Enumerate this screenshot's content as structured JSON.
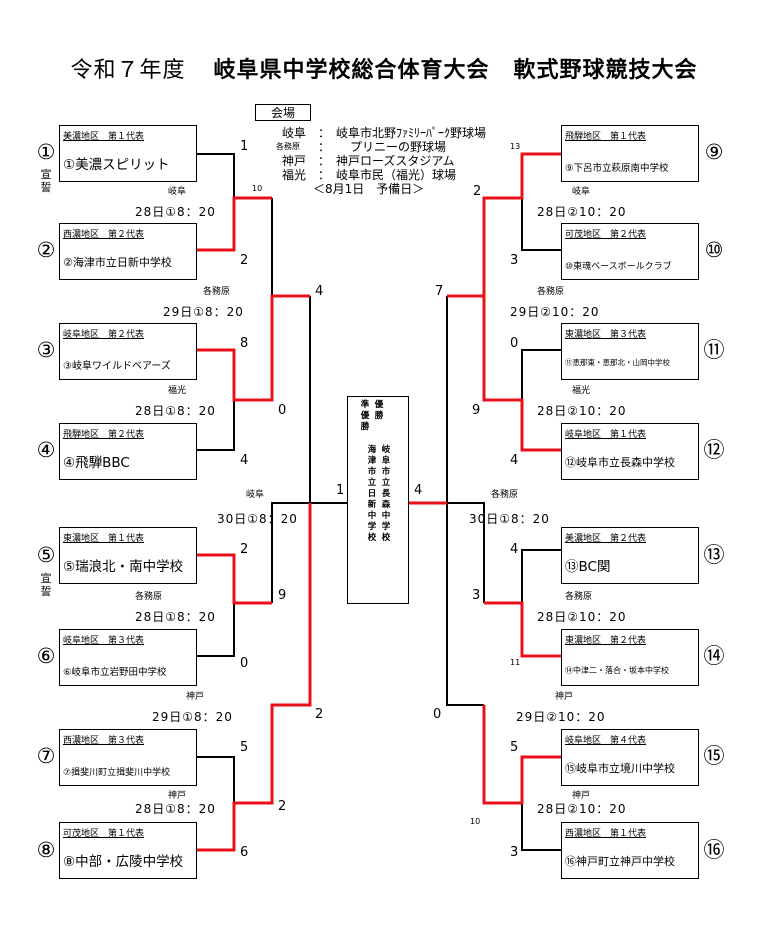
{
  "header": {
    "era": "令和７年度",
    "title": "岐阜県中学校総合体育大会",
    "subtitle": "軟式野球競技大会"
  },
  "venue_info": {
    "label": "会場",
    "rows": [
      {
        "name": "岐阜",
        "sep": "：",
        "place": "岐阜市北野ﾌｧﾐﾘｰﾊﾟｰｸ野球場"
      },
      {
        "name": "各務原",
        "sep": "：",
        "place": "プリニーの野球場"
      },
      {
        "name": "神戸",
        "sep": "：",
        "place": "神戸ローズスタジアム"
      },
      {
        "name": "福光",
        "sep": "：",
        "place": "岐阜市民（福光）球場"
      }
    ],
    "reserve": "＜8月1日　予備日＞"
  },
  "teams": [
    {
      "seed": "①",
      "region": "美濃地区　第１代表",
      "name": "①美濃スピリット"
    },
    {
      "seed": "②",
      "region": "西濃地区　第２代表",
      "name": "②海津市立日新中学校"
    },
    {
      "seed": "③",
      "region": "岐阜地区　第２代表",
      "name": "③岐阜ワイルドベアーズ"
    },
    {
      "seed": "④",
      "region": "飛騨地区　第２代表",
      "name": "④飛騨BBC"
    },
    {
      "seed": "⑤",
      "region": "東濃地区　第１代表",
      "name": "⑤瑞浪北・南中学校"
    },
    {
      "seed": "⑥",
      "region": "岐阜地区　第３代表",
      "name": "⑥岐阜市立岩野田中学校"
    },
    {
      "seed": "⑦",
      "region": "西濃地区　第３代表",
      "name": "⑦揖斐川町立揖斐川中学校"
    },
    {
      "seed": "⑧",
      "region": "可茂地区　第１代表",
      "name": "⑧中部・広陵中学校"
    },
    {
      "seed": "⑨",
      "region": "飛騨地区　第１代表",
      "name": "⑨下呂市立萩原南中学校"
    },
    {
      "seed": "⑩",
      "region": "可茂地区　第２代表",
      "name": "⑩東魂ベースボールクラブ"
    },
    {
      "seed": "⑪",
      "region": "東濃地区　第３代表",
      "name": "⑪恵那東・恵那北・山岡中学校"
    },
    {
      "seed": "⑫",
      "region": "岐阜地区　第１代表",
      "name": "⑫岐阜市立長森中学校"
    },
    {
      "seed": "⑬",
      "region": "美濃地区　第２代表",
      "name": "⑬BC関"
    },
    {
      "seed": "⑭",
      "region": "東濃地区　第２代表",
      "name": "⑭中津二・落合・坂本中学校"
    },
    {
      "seed": "⑮",
      "region": "岐阜地区　第４代表",
      "name": "⑮岐阜市立境川中学校"
    },
    {
      "seed": "⑯",
      "region": "西濃地区　第１代表",
      "name": "⑯神戸町立神戸中学校"
    }
  ],
  "oath": "宣誓",
  "final": {
    "left_label": "準優勝",
    "right_label": "優勝",
    "runner_up": "海津市立日新中学校",
    "champion": "岐阜市立長森中学校"
  },
  "scores": [
    "1",
    "2",
    "10",
    "2",
    "13",
    "3",
    "4",
    "8",
    "0",
    "0",
    "9",
    "4",
    "7",
    "1",
    "4",
    "2",
    "4",
    "9",
    "3",
    "0",
    "11",
    "5",
    "0",
    "2",
    "5",
    "2",
    "6",
    "10",
    "3"
  ],
  "venues": [
    "岐阜",
    "各務原",
    "福光",
    "岐阜",
    "各務原",
    "神戸",
    "神戸",
    "岐阜",
    "各務原",
    "福光",
    "各務原",
    "神戸",
    "神戸"
  ],
  "times": [
    "28日①8：20",
    "29日①8：20",
    "28日①8：20",
    "30日①8：20",
    "28日①8：20",
    "29日①8：20",
    "28日①8：20",
    "28日②10：20",
    "29日②10：20",
    "28日②10：20",
    "30日①8：20",
    "28日②10：20",
    "29日②10：20",
    "28日②10：20"
  ]
}
